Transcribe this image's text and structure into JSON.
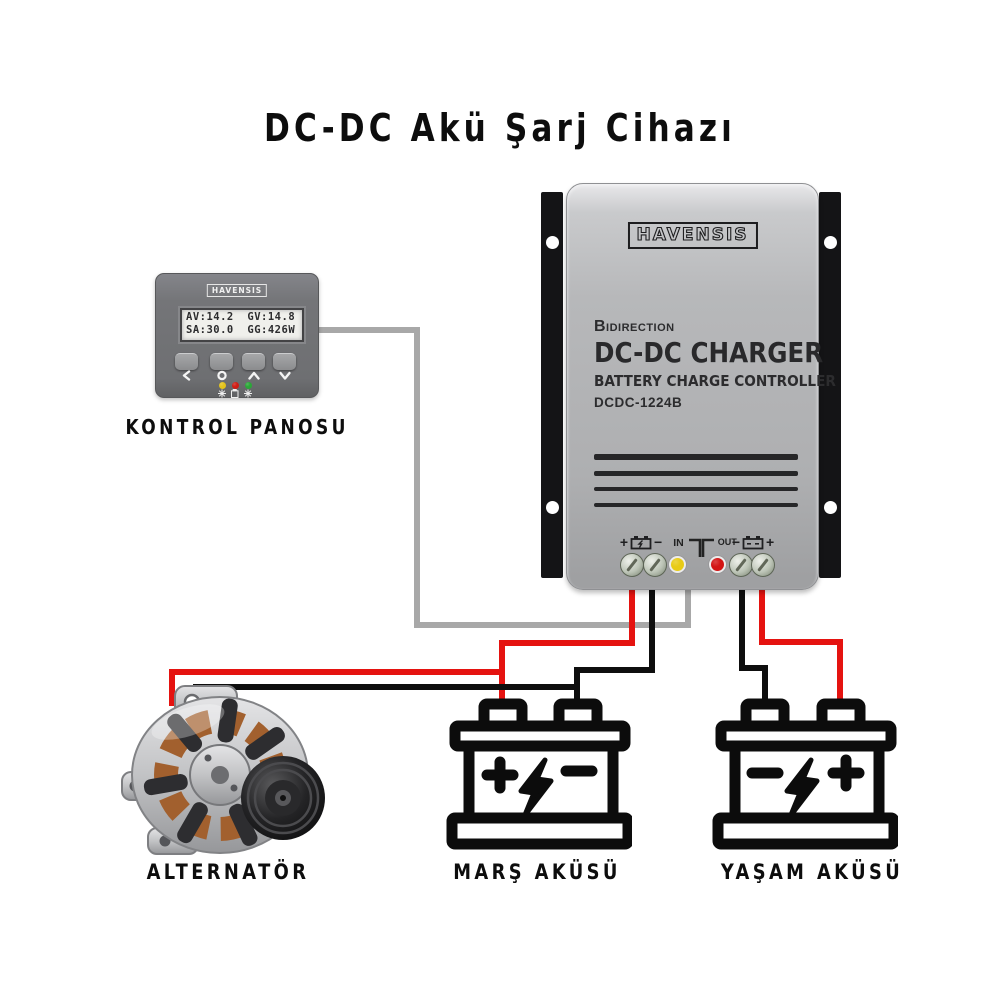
{
  "title": "DC-DC Akü Şarj Cihazı",
  "control_panel": {
    "brand": "HAVENSIS",
    "label": "KONTROL PANOSU",
    "lcd_line1": "AV:14.2  GV:14.8",
    "lcd_line2": "SA:30.0  GG:426W",
    "buttons": [
      {
        "name": "left",
        "icon": "chevron-left-icon"
      },
      {
        "name": "menu",
        "icon": "circle-icon"
      },
      {
        "name": "up",
        "icon": "chevron-up-icon"
      },
      {
        "name": "down",
        "icon": "chevron-down-icon"
      }
    ],
    "leds": [
      {
        "name": "yellow-led",
        "color": "#e3c31b",
        "icon": "brightness-icon"
      },
      {
        "name": "red-led",
        "color": "#cf1d15",
        "icon": "battery-icon"
      },
      {
        "name": "green-led",
        "color": "#2ba838",
        "icon": "snowflake-icon"
      }
    ]
  },
  "charger": {
    "brand": "HAVENSIS",
    "series": "Bidirection",
    "name": "DC-DC CHARGER",
    "subtitle": "BATTERY CHARGE CONTROLLER",
    "model": "DCDC-1224B",
    "input_label": "IN",
    "output_label": "OUT",
    "starter_terminal": {
      "plus": "+",
      "minus": "−",
      "icon": "starter-battery-icon"
    },
    "house_terminal": {
      "minus": "−",
      "plus": "+",
      "icon": "house-battery-icon"
    },
    "leds": [
      {
        "name": "in-led",
        "color": "#e8cb16"
      },
      {
        "name": "out-led",
        "color": "#d31414"
      }
    ]
  },
  "alternator": {
    "label": "ALTERNATÖR"
  },
  "starter_battery": {
    "label": "MARŞ AKÜSÜ",
    "plus": "+",
    "minus": "−",
    "symbol": "lightning-bolt"
  },
  "house_battery": {
    "label": "YAŞAM AKÜSÜ",
    "minus": "−",
    "plus": "+",
    "symbol": "lightning-bolt"
  },
  "colors": {
    "wire_red": "#e51310",
    "wire_black": "#0e0e0e",
    "wire_gray": "#a8a8a8",
    "battery_outline": "#0c0c0c",
    "charger_body": "#b3b4b6",
    "bracket": "#141416",
    "panel_body": "#747578"
  }
}
